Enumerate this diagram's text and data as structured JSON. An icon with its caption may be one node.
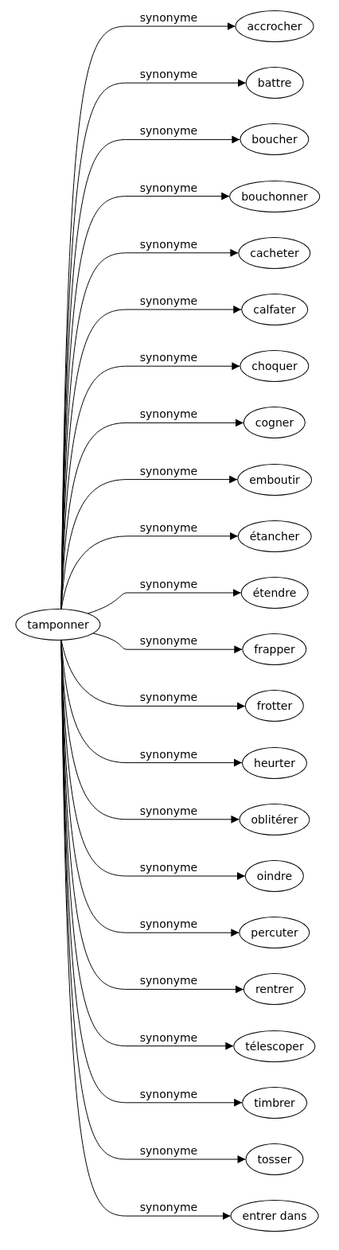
{
  "diagram": {
    "nodes": [
      {
        "text": [
          "tamponner"
        ]
      },
      {
        "text": [
          "accrocher"
        ]
      },
      {
        "text": [
          "battre"
        ]
      },
      {
        "text": [
          "boucher"
        ]
      },
      {
        "text": [
          "bouchonner"
        ]
      },
      {
        "text": [
          "cacheter"
        ]
      },
      {
        "text": [
          "calfater"
        ]
      },
      {
        "text": [
          "choquer"
        ]
      },
      {
        "text": [
          "cogner"
        ]
      },
      {
        "text": [
          "emboutir"
        ]
      },
      {
        "text": [
          "étancher"
        ]
      },
      {
        "text": [
          "étendre"
        ]
      },
      {
        "text": [
          "frapper"
        ]
      },
      {
        "text": [
          "frotter"
        ]
      },
      {
        "text": [
          "heurter"
        ]
      },
      {
        "text": [
          "oblitérer"
        ]
      },
      {
        "text": [
          "oindre"
        ]
      },
      {
        "text": [
          "percuter"
        ]
      },
      {
        "text": [
          "rentrer"
        ]
      },
      {
        "text": [
          "télescoper"
        ]
      },
      {
        "text": [
          "timbrer"
        ]
      },
      {
        "text": [
          "tosser"
        ]
      },
      {
        "text": [
          "entrer dans"
        ]
      }
    ],
    "edges": [
      {
        "from": 0,
        "to": 1,
        "arrow": "to",
        "label": "synonyme"
      },
      {
        "from": 0,
        "to": 2,
        "arrow": "to",
        "label": "synonyme"
      },
      {
        "from": 0,
        "to": 3,
        "arrow": "to",
        "label": "synonyme"
      },
      {
        "from": 0,
        "to": 4,
        "arrow": "to",
        "label": "synonyme"
      },
      {
        "from": 0,
        "to": 5,
        "arrow": "to",
        "label": "synonyme"
      },
      {
        "from": 0,
        "to": 6,
        "arrow": "to",
        "label": "synonyme"
      },
      {
        "from": 0,
        "to": 7,
        "arrow": "to",
        "label": "synonyme"
      },
      {
        "from": 0,
        "to": 8,
        "arrow": "to",
        "label": "synonyme"
      },
      {
        "from": 0,
        "to": 9,
        "arrow": "to",
        "label": "synonyme"
      },
      {
        "from": 0,
        "to": 10,
        "arrow": "to",
        "label": "synonyme"
      },
      {
        "from": 0,
        "to": 11,
        "arrow": "to",
        "label": "synonyme"
      },
      {
        "from": 0,
        "to": 12,
        "arrow": "to",
        "label": "synonyme"
      },
      {
        "from": 0,
        "to": 13,
        "arrow": "to",
        "label": "synonyme"
      },
      {
        "from": 0,
        "to": 14,
        "arrow": "to",
        "label": "synonyme"
      },
      {
        "from": 0,
        "to": 15,
        "arrow": "to",
        "label": "synonyme"
      },
      {
        "from": 0,
        "to": 16,
        "arrow": "to",
        "label": "synonyme"
      },
      {
        "from": 0,
        "to": 17,
        "arrow": "to",
        "label": "synonyme"
      },
      {
        "from": 0,
        "to": 18,
        "arrow": "to",
        "label": "synonyme"
      },
      {
        "from": 0,
        "to": 19,
        "arrow": "to",
        "label": "synonyme"
      },
      {
        "from": 0,
        "to": 20,
        "arrow": "to",
        "label": "synonyme"
      },
      {
        "from": 0,
        "to": 21,
        "arrow": "to",
        "label": "synonyme"
      },
      {
        "from": 0,
        "to": 22,
        "arrow": "to",
        "label": "synonyme"
      }
    ]
  }
}
